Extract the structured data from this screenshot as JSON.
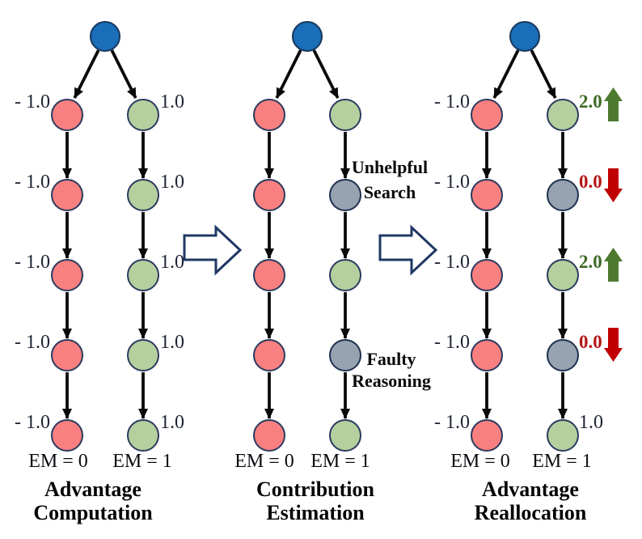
{
  "figure": {
    "colors": {
      "root_node_blue": "#1b6eb8",
      "negative_node_red": "#f98080",
      "positive_node_green": "#b5d09e",
      "faulty_node_gray": "#98a3b1",
      "node_border_navy": "#2b3a5e",
      "flow_arrow_black": "#0a0a0a",
      "transition_arrow_outline_navy": "#1f3864",
      "gain_arrow_green": "#4e7a30",
      "loss_arrow_red": "#c00000",
      "value_text": "#1d2433",
      "gain_text_green": "#3f6a26",
      "loss_text_red": "#b31616"
    },
    "panels": [
      {
        "title_line1": "Advantage",
        "title_line2": "Computation",
        "em_left": "EM = 0",
        "em_right": "EM = 1",
        "left_values": [
          "- 1.0",
          "- 1.0",
          "- 1.0",
          "- 1.0",
          "- 1.0"
        ],
        "right_values": [
          "1.0",
          "1.0",
          "1.0",
          "1.0",
          "1.0"
        ]
      },
      {
        "title_line1": "Contribution",
        "title_line2": "Estimation",
        "em_left": "EM = 0",
        "em_right": "EM = 1",
        "annotations": [
          {
            "line1": "Unhelpful",
            "line2": "Search"
          },
          {
            "line1": "Faulty",
            "line2": "Reasoning"
          }
        ]
      },
      {
        "title_line1": "Advantage",
        "title_line2": "Reallocation",
        "em_left": "EM = 0",
        "em_right": "EM = 1",
        "left_values": [
          "- 1.0",
          "- 1.0",
          "- 1.0",
          "- 1.0",
          "- 1.0"
        ],
        "right_values": [
          "2.0",
          "0.0",
          "2.0",
          "0.0",
          "1.0"
        ]
      }
    ]
  }
}
